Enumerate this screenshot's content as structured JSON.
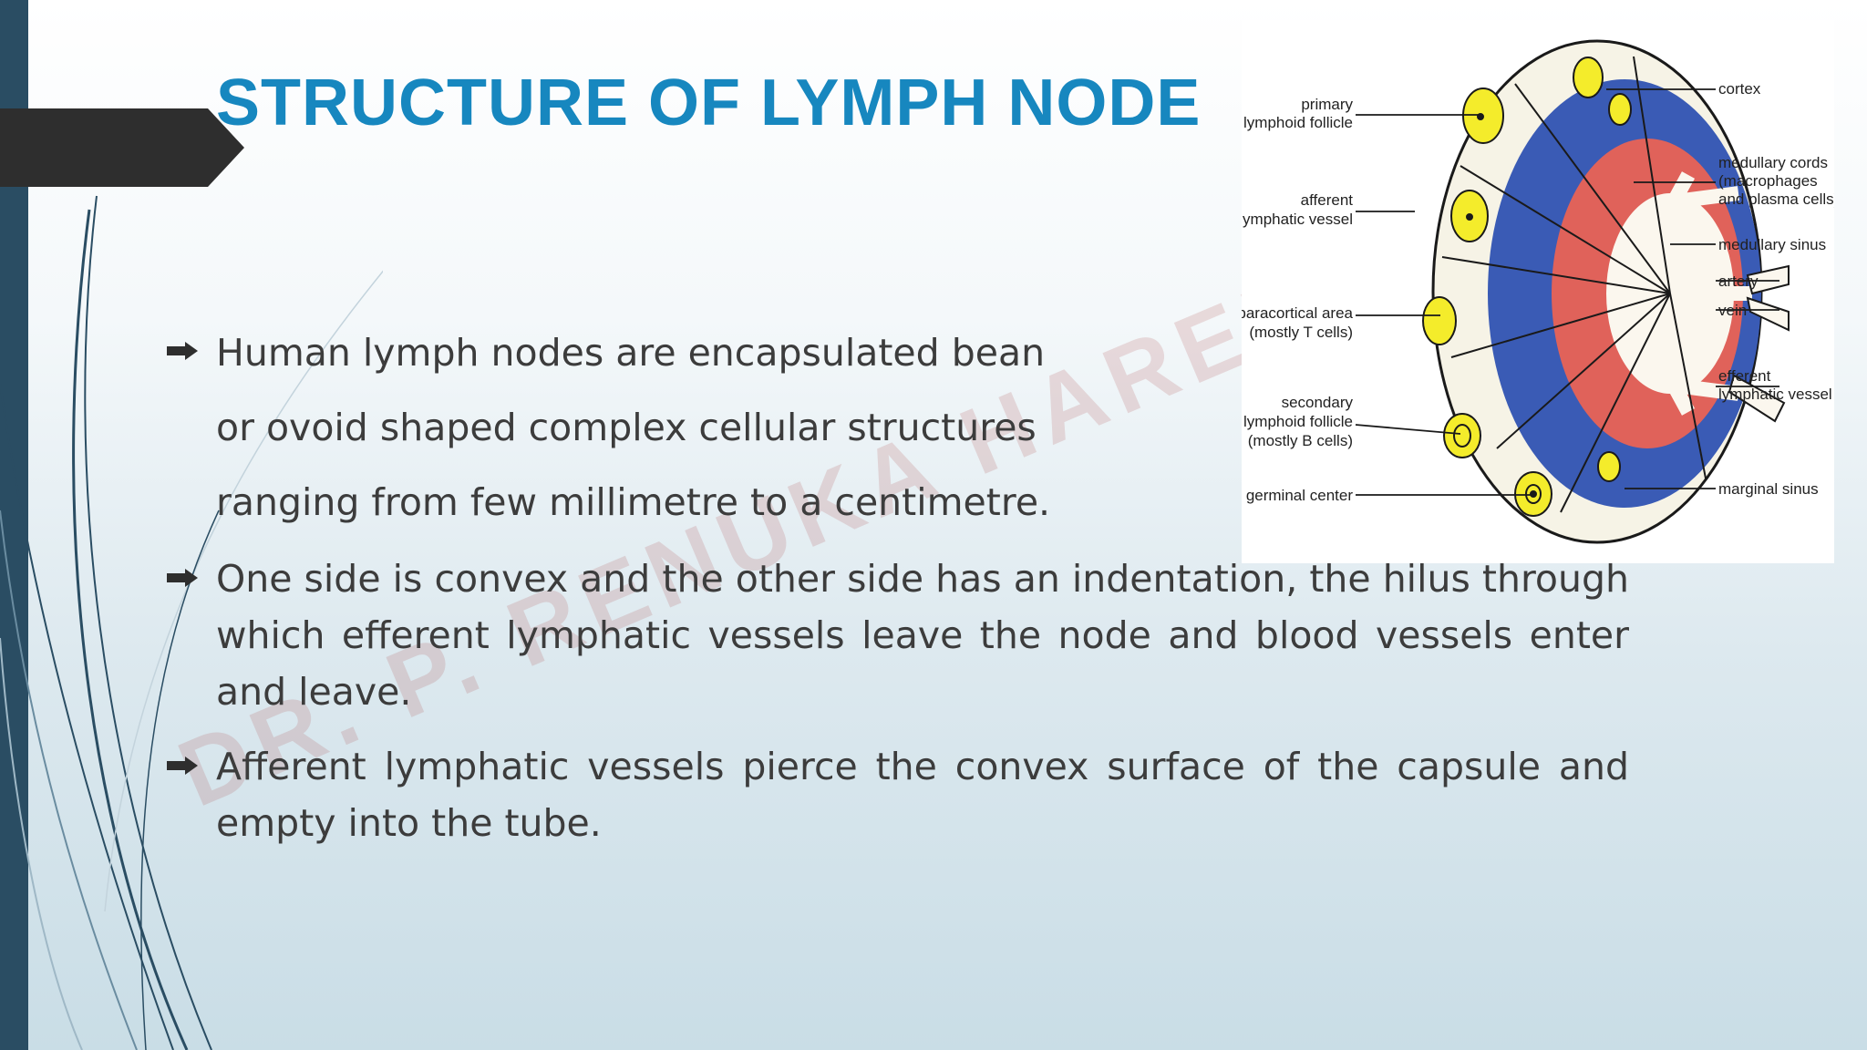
{
  "title": "STRUCTURE OF LYMPH NODE",
  "watermark": "DR. P. RENUKA HAREKERI",
  "bullets": [
    {
      "lines": [
        "Human lymph nodes are encapsulated bean",
        "or ovoid shaped complex cellular structures",
        "ranging from few millimetre to a centimetre."
      ]
    },
    {
      "text": "One side is convex and the other side has an indentation, the hilus through which efferent lymphatic vessels leave the node and blood vessels enter and leave."
    },
    {
      "text": "Afferent lymphatic vessels pierce the convex surface of the capsule and empty into the tube."
    }
  ],
  "diagram": {
    "labels_left": {
      "primary_follicle": [
        "primary",
        "lymphoid follicle"
      ],
      "afferent_vessel": [
        "afferent",
        "lymphatic vessel"
      ],
      "paracortical_area": [
        "paracortical area",
        "(mostly T cells)"
      ],
      "secondary_follicle": [
        "secondary",
        "lymphoid follicle",
        "(mostly B cells)"
      ],
      "germinal_center": [
        "germinal center"
      ]
    },
    "labels_right": {
      "cortex": [
        "cortex"
      ],
      "medullary_cords": [
        "medullary cords",
        "(macrophages",
        "and plasma cells)"
      ],
      "medullary_sinus": [
        "medullary sinus"
      ],
      "artery": [
        "artery"
      ],
      "vein": [
        "vein"
      ],
      "efferent_vessel": [
        "efferent",
        "lymphatic vessel"
      ],
      "marginal_sinus": [
        "marginal sinus"
      ]
    },
    "colors": {
      "cortex_fill": "#f6f3e6",
      "paracortex_blue": "#3a5bb5",
      "medulla_red": "#e0625a",
      "follicle_yellow": "#f4ec2b",
      "hilus": "#fbf7ee",
      "outline": "#1a1a1a"
    }
  },
  "theme": {
    "accent": "#1787bf",
    "sidebar": "#2a4d63",
    "banner": "#2e2e2e",
    "text": "#3c3c3c"
  }
}
